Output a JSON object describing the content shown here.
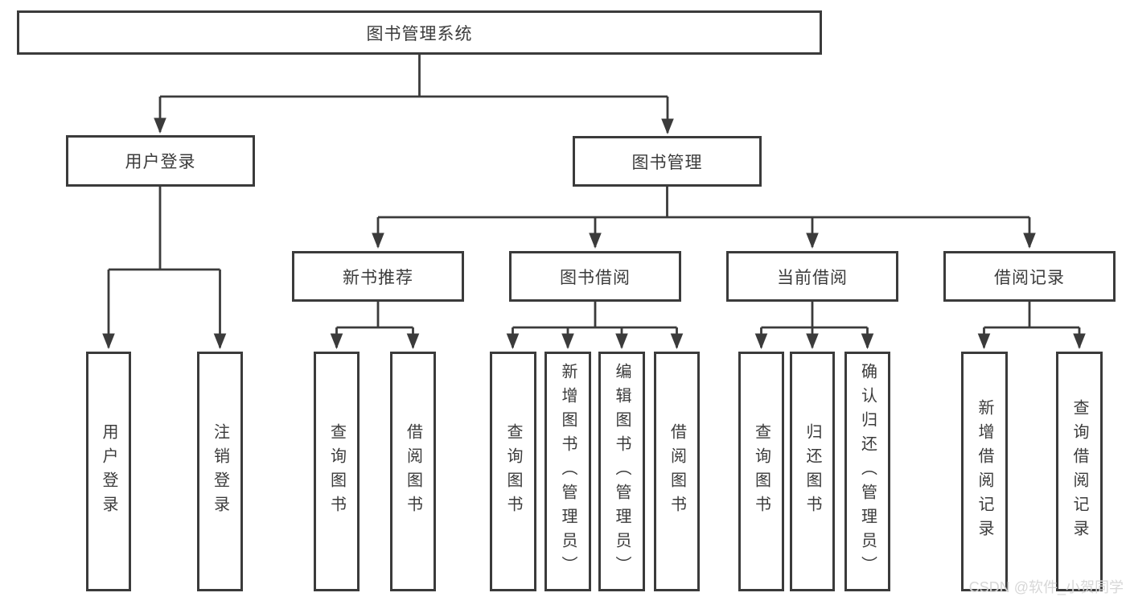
{
  "diagram": {
    "type": "hierarchy-tree",
    "watermark": "CSDN @软件_小贺同学",
    "colors": {
      "background": "#ffffff",
      "line": "#3b3b3b",
      "box_border": "#3b3b3b",
      "text": "#3b3b3b",
      "watermark": "#d5d5d5"
    },
    "tree": {
      "root": "图书管理系统",
      "branches": [
        {
          "label": "用户登录",
          "children": [
            "用户登录",
            "注销登录"
          ]
        },
        {
          "label": "图书管理",
          "groups": [
            {
              "label": "新书推荐",
              "children": [
                "查询图书",
                "借阅图书"
              ]
            },
            {
              "label": "图书借阅",
              "children": [
                "查询图书",
                "新增图书（管理员）",
                "编辑图书（管理员）",
                "借阅图书"
              ]
            },
            {
              "label": "当前借阅",
              "children": [
                "查询图书",
                "归还图书",
                "确认归还（管理员）"
              ]
            },
            {
              "label": "借阅记录",
              "children": [
                "新增借阅记录",
                "查询借阅记录"
              ]
            }
          ]
        }
      ]
    }
  }
}
